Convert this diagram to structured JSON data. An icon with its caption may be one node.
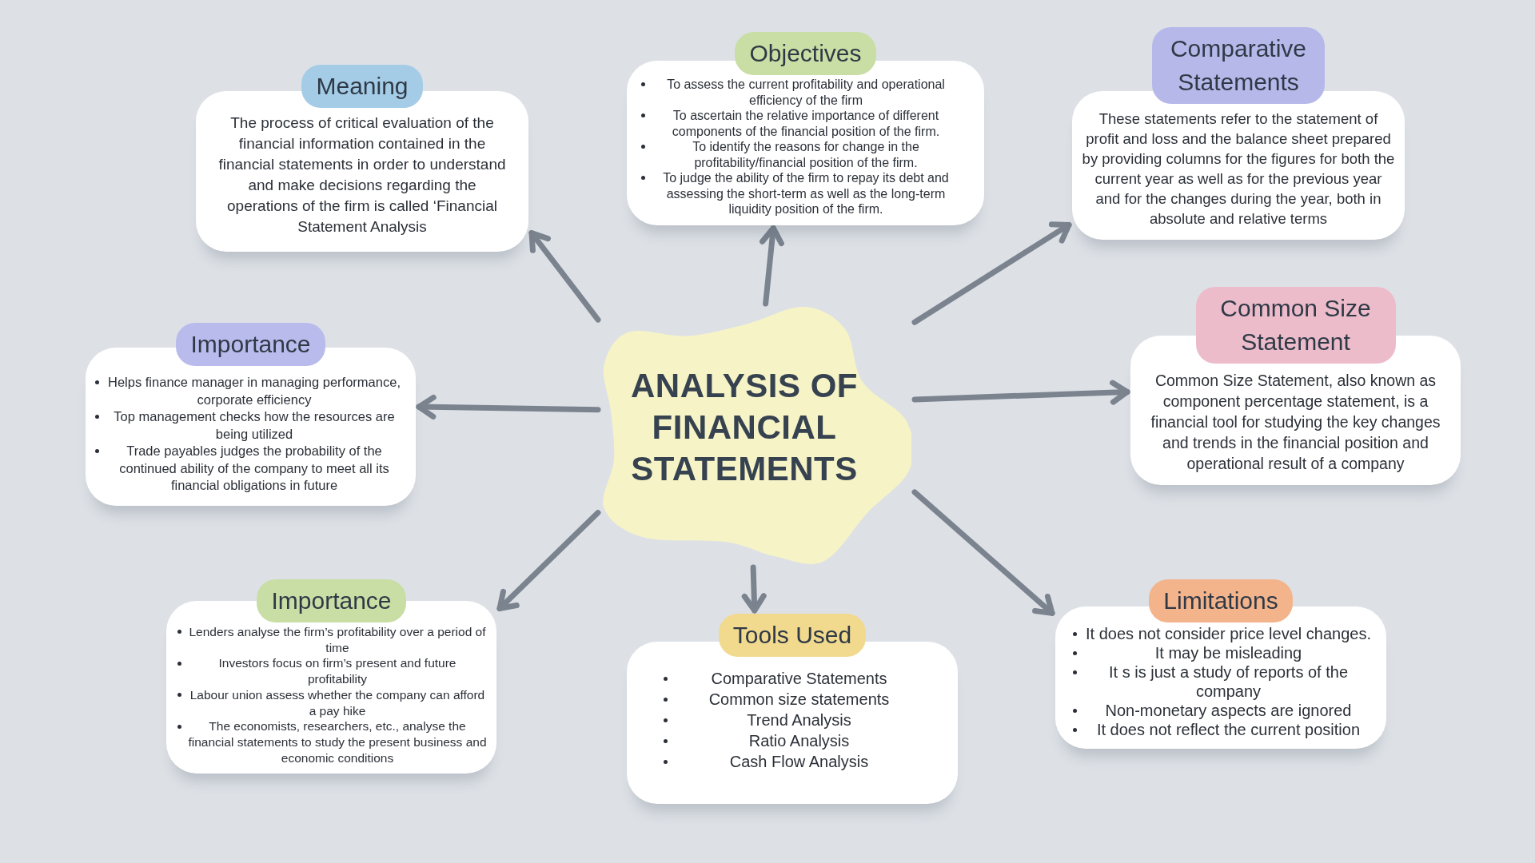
{
  "diagram": {
    "nodes": [
      {
        "text": [
          "ANALYSIS OF FINANCIAL STATEMENTS"
        ]
      },
      {
        "text": [
          "Meaning",
          "The process of critical evaluation of the financial information contained in the financial statements in order to understand and make decisions regarding the operations of the firm is called ‘Financial Statement Analysis"
        ]
      },
      {
        "text": [
          "Objectives",
          "To assess the current profitability and operational efficiency of the firm",
          "To ascertain the relative importance of different components of the financial position of the firm.",
          "To identify the reasons for change in the profitability/financial position of the firm.",
          "To judge the ability of the firm to repay its debt and assessing the short-term as well as the long-term liquidity position of the firm."
        ]
      },
      {
        "text": [
          "Comparative Statements",
          "These statements refer to the statement of profit and loss and the balance sheet prepared by providing columns for the figures for both the current year as well as for the previous year and for the changes during the year, both in absolute and relative terms"
        ]
      },
      {
        "text": [
          "Importance",
          "Helps finance manager in managing performance, corporate efficiency",
          "Top management checks how the resources are being utilized",
          "Trade payables judges the probability of the continued ability of the company to meet all its financial obligations in future"
        ]
      },
      {
        "text": [
          "Common Size Statement",
          "Common Size Statement, also known as component percentage statement, is a financial tool for studying the key changes and trends in the financial position and operational result of a company"
        ]
      },
      {
        "text": [
          "Importance",
          "Lenders analyse the firm’s profitability over a period of time",
          "Investors focus on firm’s present and future profitability",
          "Labour union assess whether the company can afford a pay hike",
          "The economists, researchers, etc., analyse the financial statements to study the present business and economic conditions"
        ]
      },
      {
        "text": [
          "Tools Used",
          "Comparative Statements",
          "Common size statements",
          "Trend Analysis",
          "Ratio Analysis",
          "Cash Flow Analysis"
        ]
      },
      {
        "text": [
          "Limitations",
          "It does not consider price level changes.",
          "It may be misleading",
          "It s is just a study of reports of the company",
          "Non-monetary aspects are ignored",
          "It does not reflect the current position"
        ]
      }
    ],
    "edges": [
      {
        "from": 0,
        "to": 1,
        "arrow": "to"
      },
      {
        "from": 0,
        "to": 2,
        "arrow": "to"
      },
      {
        "from": 0,
        "to": 3,
        "arrow": "to"
      },
      {
        "from": 0,
        "to": 5,
        "arrow": "to"
      },
      {
        "from": 0,
        "to": 8,
        "arrow": "to"
      },
      {
        "from": 0,
        "to": 7,
        "arrow": "to"
      },
      {
        "from": 0,
        "to": 6,
        "arrow": "to"
      },
      {
        "from": 0,
        "to": 4,
        "arrow": "to"
      }
    ]
  }
}
